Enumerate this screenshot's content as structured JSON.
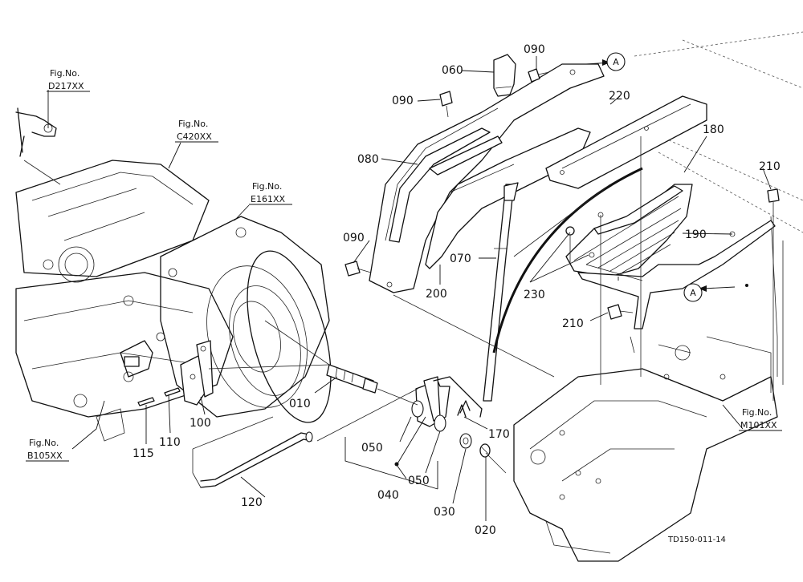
{
  "diagram": {
    "drawing_code": "TD150-011-14",
    "reference_marker": "A",
    "parts": [
      {
        "id": "010",
        "label": "010"
      },
      {
        "id": "020",
        "label": "020"
      },
      {
        "id": "030",
        "label": "030"
      },
      {
        "id": "040",
        "label": "040"
      },
      {
        "id": "050a",
        "label": "050"
      },
      {
        "id": "050b",
        "label": "050"
      },
      {
        "id": "060",
        "label": "060"
      },
      {
        "id": "070",
        "label": "070"
      },
      {
        "id": "080",
        "label": "080"
      },
      {
        "id": "090a",
        "label": "090"
      },
      {
        "id": "090b",
        "label": "090"
      },
      {
        "id": "090c",
        "label": "090"
      },
      {
        "id": "100",
        "label": "100"
      },
      {
        "id": "110",
        "label": "110"
      },
      {
        "id": "115",
        "label": "115"
      },
      {
        "id": "120",
        "label": "120"
      },
      {
        "id": "170",
        "label": "170"
      },
      {
        "id": "180",
        "label": "180"
      },
      {
        "id": "190",
        "label": "190"
      },
      {
        "id": "200",
        "label": "200"
      },
      {
        "id": "210a",
        "label": "210"
      },
      {
        "id": "210b",
        "label": "210"
      },
      {
        "id": "220",
        "label": "220"
      },
      {
        "id": "230",
        "label": "230"
      }
    ],
    "figure_refs": [
      {
        "id": "d217",
        "prefix": "Fig.No.",
        "code": "D217XX"
      },
      {
        "id": "c420",
        "prefix": "Fig.No.",
        "code": "C420XX"
      },
      {
        "id": "e161",
        "prefix": "Fig.No.",
        "code": "E161XX"
      },
      {
        "id": "b105",
        "prefix": "Fig.No.",
        "code": "B105XX"
      },
      {
        "id": "m101",
        "prefix": "Fig.No.",
        "code": "M101XX"
      }
    ]
  }
}
